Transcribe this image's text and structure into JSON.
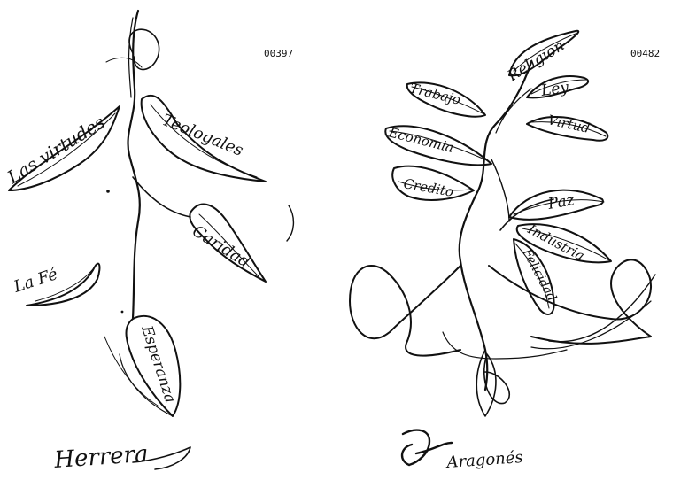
{
  "left": {
    "catalog_number": "00397",
    "labels": {
      "las_virtudes": "Las virtudes",
      "teologales": "Teologales",
      "la_fe": "La Fé",
      "caridad": "Caridad",
      "esperanza": "Esperanza"
    },
    "signature": "Herrera"
  },
  "right": {
    "catalog_number": "00482",
    "labels": {
      "religion": "Religion",
      "ley": "Ley",
      "virtud": "Virtud",
      "trabajo": "Trabajo",
      "economia": "Economia",
      "credito": "Credito",
      "paz": "Paz",
      "industria": "Industria",
      "felicidad": "Felicidad"
    },
    "signature": "Aragonés"
  }
}
